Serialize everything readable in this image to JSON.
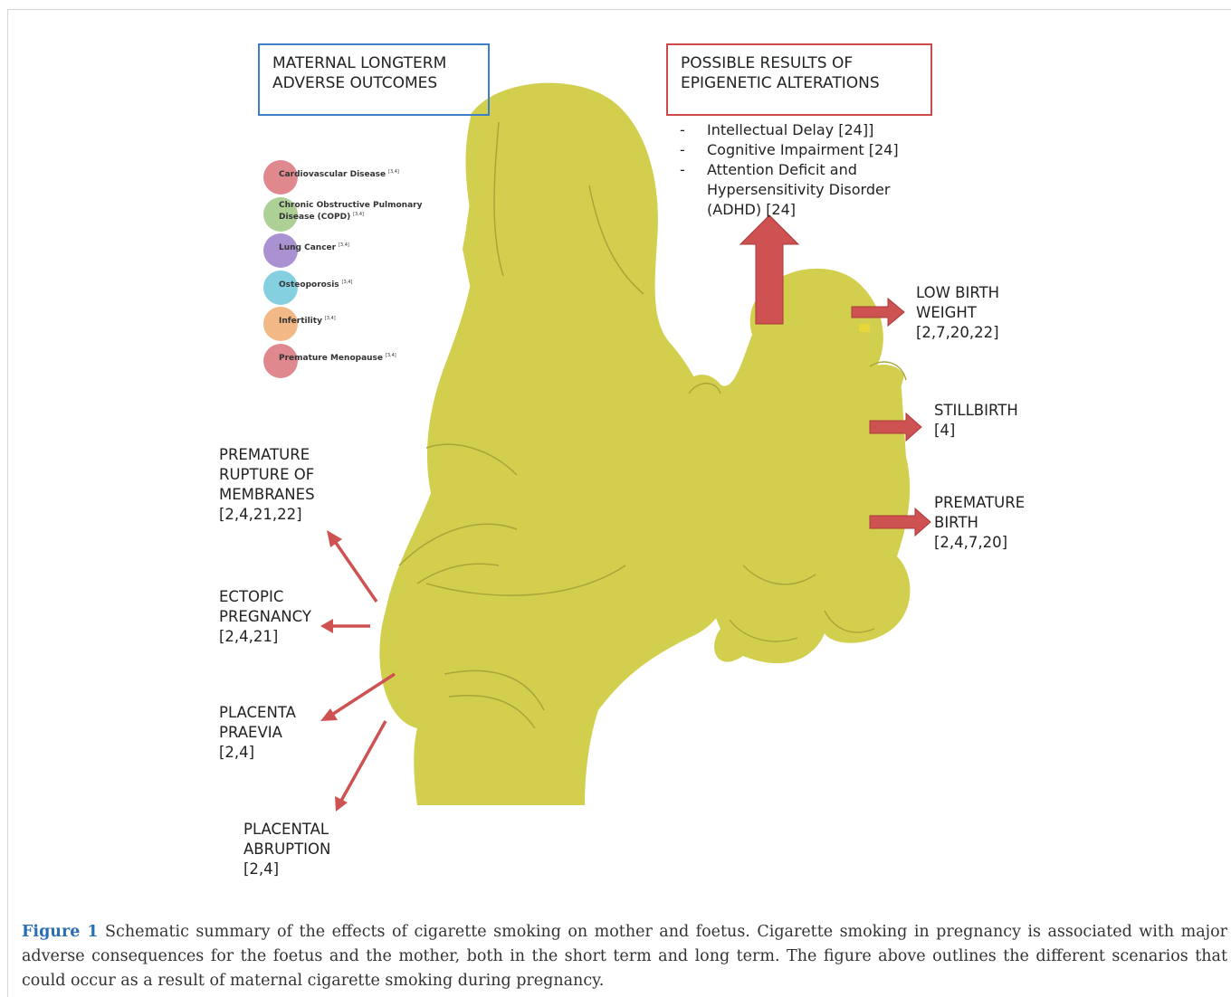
{
  "figure": {
    "box_maternal": {
      "line1": "MATERNAL LONGTERM",
      "line2": "ADVERSE OUTCOMES",
      "border_color": "#3f7fc7"
    },
    "box_epigenetic": {
      "line1": "POSSIBLE RESULTS OF",
      "line2": "EPIGENETIC ALTERATIONS",
      "border_color": "#cc4a4a"
    },
    "epigenetic_items": [
      {
        "dash": "-",
        "lines": [
          "Intellectual Delay [24]]"
        ]
      },
      {
        "dash": "-",
        "lines": [
          "Cognitive Impairment [24]"
        ]
      },
      {
        "dash": "-",
        "lines": [
          "Attention Deficit and",
          "Hypersensitivity Disorder",
          "(ADHD) [24]"
        ]
      }
    ],
    "maternal_outcomes": [
      {
        "lines": [
          "Cardiovascular Disease"
        ],
        "ref": "[3,4]",
        "color": "#d9737a"
      },
      {
        "lines": [
          "Chronic Obstructive Pulmonary",
          "Disease (COPD)"
        ],
        "ref": "[3,4]",
        "color": "#9ec882"
      },
      {
        "lines": [
          "Lung Cancer"
        ],
        "ref": "[3,4]",
        "color": "#9b7ec9"
      },
      {
        "lines": [
          "Osteoporosis"
        ],
        "ref": "[3,4]",
        "color": "#6ec8dc"
      },
      {
        "lines": [
          "Infertility"
        ],
        "ref": "[3,4]",
        "color": "#f0ac70"
      },
      {
        "lines": [
          "Premature Menopause"
        ],
        "ref": "[3,4]",
        "color": "#d9737a"
      }
    ],
    "pregnancy_outcomes": [
      {
        "name": "premature-rupture",
        "lines": [
          "PREMATURE",
          "RUPTURE OF",
          "MEMBRANES",
          "[2,4,21,22]"
        ]
      },
      {
        "name": "ectopic-pregnancy",
        "lines": [
          "ECTOPIC",
          "PREGNANCY",
          "[2,4,21]"
        ]
      },
      {
        "name": "placenta-praevia",
        "lines": [
          "PLACENTA",
          "PRAEVIA",
          "[2,4]"
        ]
      },
      {
        "name": "placental-abruption",
        "lines": [
          "PLACENTAL",
          "ABRUPTION",
          "[2,4]"
        ]
      }
    ],
    "foetal_outcomes": [
      {
        "name": "low-birth-weight",
        "lines": [
          "LOW BIRTH",
          "WEIGHT",
          "[2,7,20,22]"
        ]
      },
      {
        "name": "stillbirth",
        "lines": [
          "STILLBIRTH",
          "[4]"
        ]
      },
      {
        "name": "premature-birth",
        "lines": [
          "PREMATURE",
          "BIRTH",
          "[2,4,7,20]"
        ]
      }
    ],
    "colors": {
      "silhouette": "#d3cf4e",
      "outline": "#a9a53a",
      "arrow": "#cf5252",
      "arrow_outline": "#a83838"
    }
  },
  "caption": {
    "label": "Figure 1",
    "text": " Schematic summary of the effects of cigarette smoking on mother and foetus. Cigarette smoking in pregnancy is associated with major adverse consequences for the foetus and the mother, both in the short term and long term. The figure above outlines the different scenarios that could occur as a result of maternal cigarette smoking during pregnancy."
  }
}
